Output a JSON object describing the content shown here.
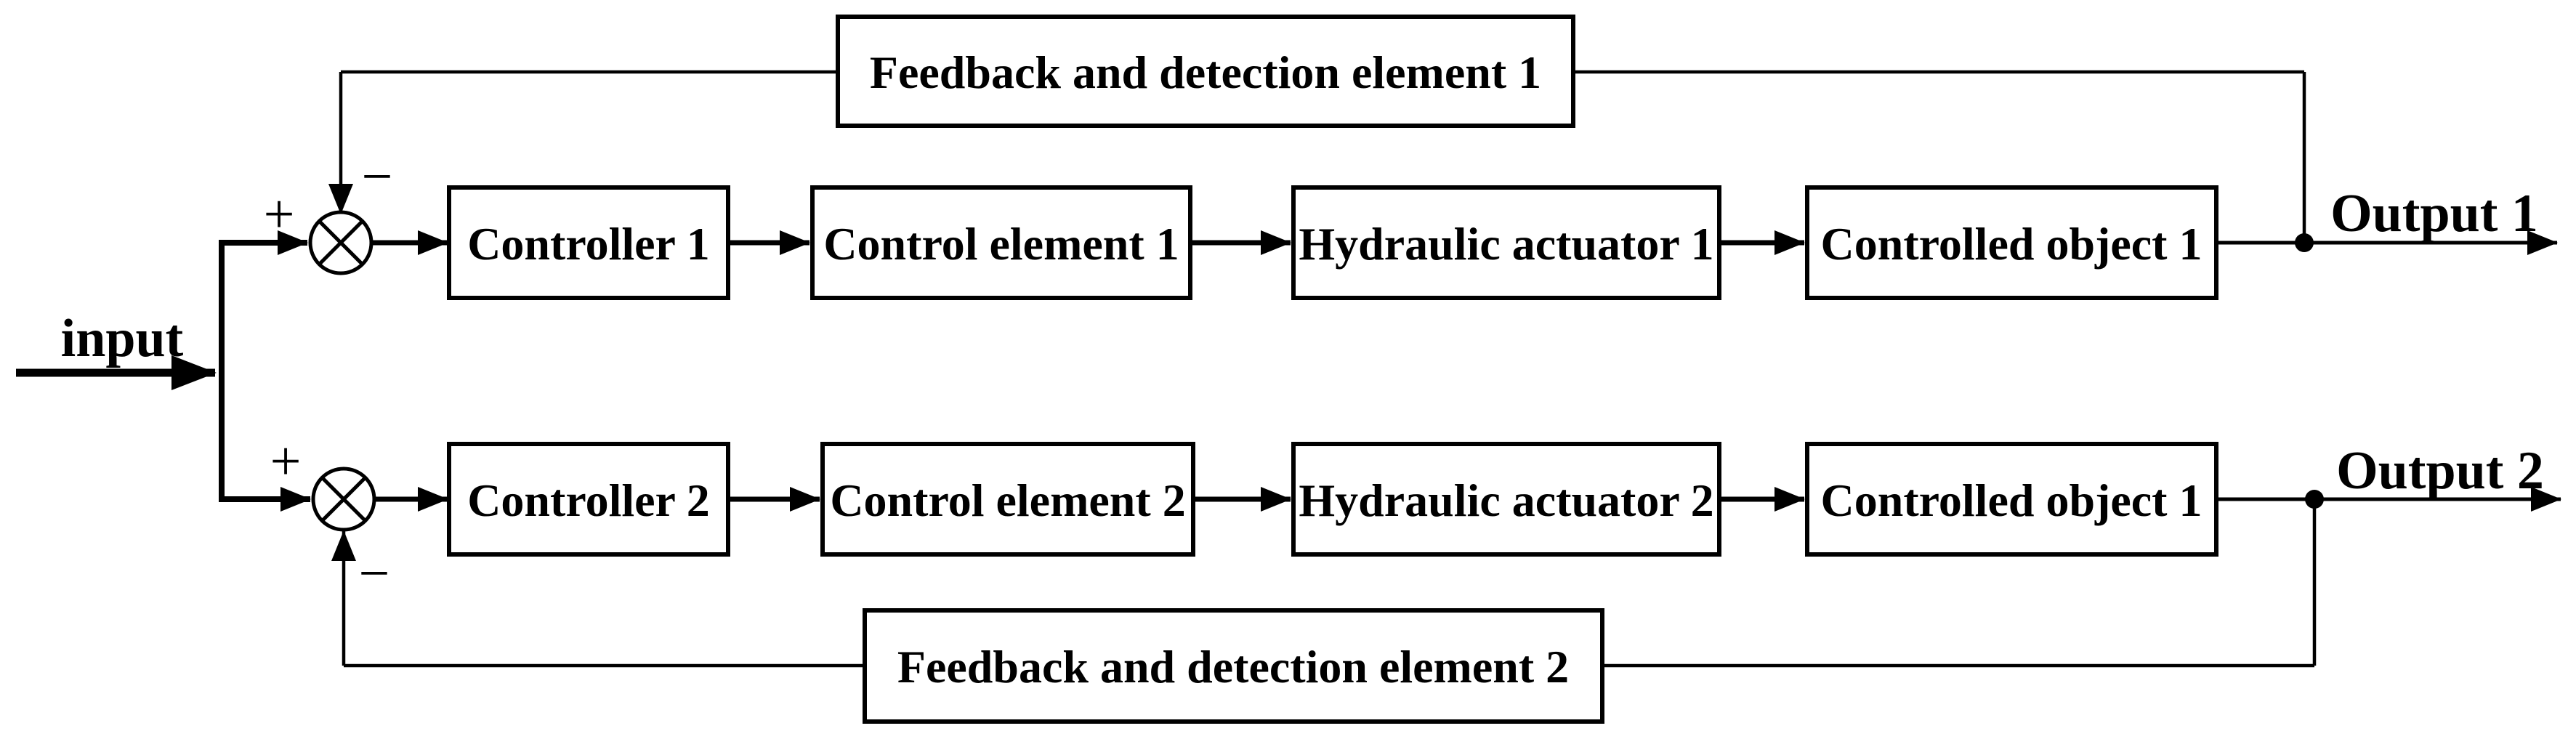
{
  "colors": {
    "line": "#000000",
    "bg": "#ffffff"
  },
  "input": {
    "label": "input"
  },
  "loop1": {
    "feedback_label": "Feedback and detection element 1",
    "plus": "+",
    "minus": "−",
    "blocks": [
      "Controller 1",
      "Control element 1",
      "Hydraulic actuator 1",
      "Controlled object 1"
    ],
    "output_label": "Output 1"
  },
  "loop2": {
    "feedback_label": "Feedback and detection element 2",
    "plus": "+",
    "minus": "−",
    "blocks": [
      "Controller 2",
      "Control element 2",
      "Hydraulic actuator 2",
      "Controlled object 1"
    ],
    "output_label": "Output 2"
  }
}
